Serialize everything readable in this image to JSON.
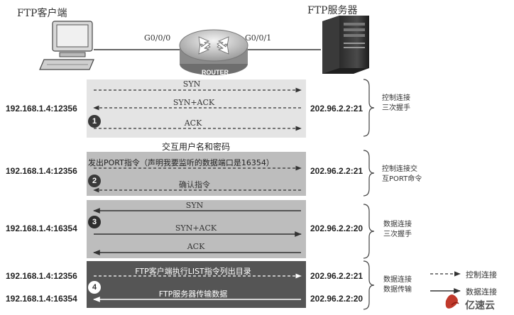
{
  "top": {
    "client_title": "FTP客户端",
    "server_title": "FTP服务器",
    "router_label": "ROUTER",
    "client_port": "G0/0/0",
    "server_port": "G0/0/1"
  },
  "phases": [
    {
      "step": "1",
      "client_ip": "192.168.1.4:12356",
      "server_ip": "202.96.2.2:21",
      "arrows": [
        {
          "label": "SYN",
          "direction": "right",
          "style": "dashed"
        },
        {
          "label": "SYN+ACK",
          "direction": "left",
          "style": "dashed"
        },
        {
          "label": "ACK",
          "direction": "right",
          "style": "dashed"
        }
      ],
      "annotation": [
        "控制连接",
        "三次握手"
      ]
    },
    {
      "step": "2",
      "client_ip": "192.168.1.4:12356",
      "server_ip": "202.96.2.2:21",
      "arrows": [
        {
          "label": "发出PORT指令（声明我要监听的数据端口是16354）",
          "direction": "right",
          "style": "dashed"
        },
        {
          "label": "确认指令",
          "direction": "left",
          "style": "dashed"
        }
      ],
      "annotation": [
        "控制连接交",
        "互PORT命令"
      ]
    },
    {
      "step": "3",
      "client_ip": "192.168.1.4:16354",
      "server_ip": "202.96.2.2:20",
      "arrows": [
        {
          "label": "SYN",
          "direction": "left",
          "style": "solid"
        },
        {
          "label": "SYN+ACK",
          "direction": "right",
          "style": "solid"
        },
        {
          "label": "ACK",
          "direction": "left",
          "style": "solid"
        }
      ],
      "annotation": [
        "数据连接",
        "三次握手"
      ]
    },
    {
      "step": "4",
      "client_ips": [
        "192.168.1.4:12356",
        "192.168.1.4:16354"
      ],
      "server_ips": [
        "202.96.2.2:21",
        "202.96.2.2:20"
      ],
      "arrows": [
        {
          "label": "FTP客户端执行LIST指令列出目录",
          "direction": "right",
          "style": "dashed"
        },
        {
          "label": "FTP服务器传输数据",
          "direction": "left",
          "style": "solid"
        }
      ],
      "annotation": [
        "数据连接",
        "数据传输"
      ]
    }
  ],
  "between_caption": "交互用户名和密码",
  "legend": [
    {
      "label": "控制连接",
      "style": "dashed"
    },
    {
      "label": "数据连接",
      "style": "solid"
    }
  ],
  "watermark": "亿速云",
  "colors": {
    "band_light": "#e4e4e4",
    "band_medium": "#bdbdbd",
    "band_dark": "#555555",
    "arrow": "#333333"
  }
}
